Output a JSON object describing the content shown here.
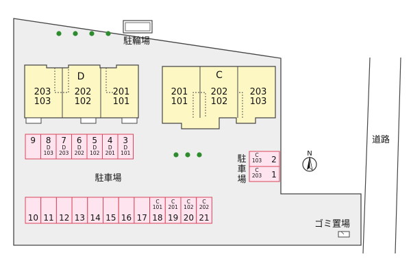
{
  "labels": {
    "bicycle_parking": "駐輪場",
    "parking_main": "駐車場",
    "parking_side": "駐車場",
    "road": "道路",
    "garbage": "ゴミ置場",
    "north": "N"
  },
  "buildings": [
    {
      "name": "D",
      "units": [
        {
          "upper": "203",
          "lower": "103"
        },
        {
          "upper": "202",
          "lower": "102"
        },
        {
          "upper": "201",
          "lower": "101"
        }
      ]
    },
    {
      "name": "C",
      "units": [
        {
          "upper": "201",
          "lower": "101"
        },
        {
          "upper": "202",
          "lower": "102"
        },
        {
          "upper": "203",
          "lower": "103"
        }
      ]
    }
  ],
  "parking_top": [
    {
      "num": "9",
      "assign": []
    },
    {
      "num": "8",
      "assign": [
        "D",
        "103"
      ]
    },
    {
      "num": "7",
      "assign": [
        "D",
        "203"
      ]
    },
    {
      "num": "6",
      "assign": [
        "D",
        "202"
      ]
    },
    {
      "num": "5",
      "assign": [
        "D",
        "102"
      ]
    },
    {
      "num": "4",
      "assign": [
        "D",
        "201"
      ]
    },
    {
      "num": "3",
      "assign": [
        "D",
        "101"
      ]
    }
  ],
  "parking_side_spaces": [
    {
      "num": "2",
      "assign": [
        "C",
        "103"
      ]
    },
    {
      "num": "1",
      "assign": [
        "C",
        "203"
      ]
    }
  ],
  "parking_bottom": [
    {
      "num": "10",
      "assign": []
    },
    {
      "num": "11",
      "assign": []
    },
    {
      "num": "12",
      "assign": []
    },
    {
      "num": "13",
      "assign": []
    },
    {
      "num": "14",
      "assign": []
    },
    {
      "num": "15",
      "assign": []
    },
    {
      "num": "16",
      "assign": []
    },
    {
      "num": "17",
      "assign": []
    },
    {
      "num": "18",
      "assign": [
        "C",
        "101"
      ]
    },
    {
      "num": "19",
      "assign": [
        "C",
        "201"
      ]
    },
    {
      "num": "20",
      "assign": [
        "C",
        "102"
      ]
    },
    {
      "num": "21",
      "assign": [
        "C",
        "202"
      ]
    }
  ],
  "colors": {
    "lot": "#eeeeee",
    "building": "#fdf7c4",
    "parking_fill": "#fde4ee",
    "parking_line": "#d9435a",
    "tree": "#2e8b2e",
    "outline": "#444444"
  }
}
